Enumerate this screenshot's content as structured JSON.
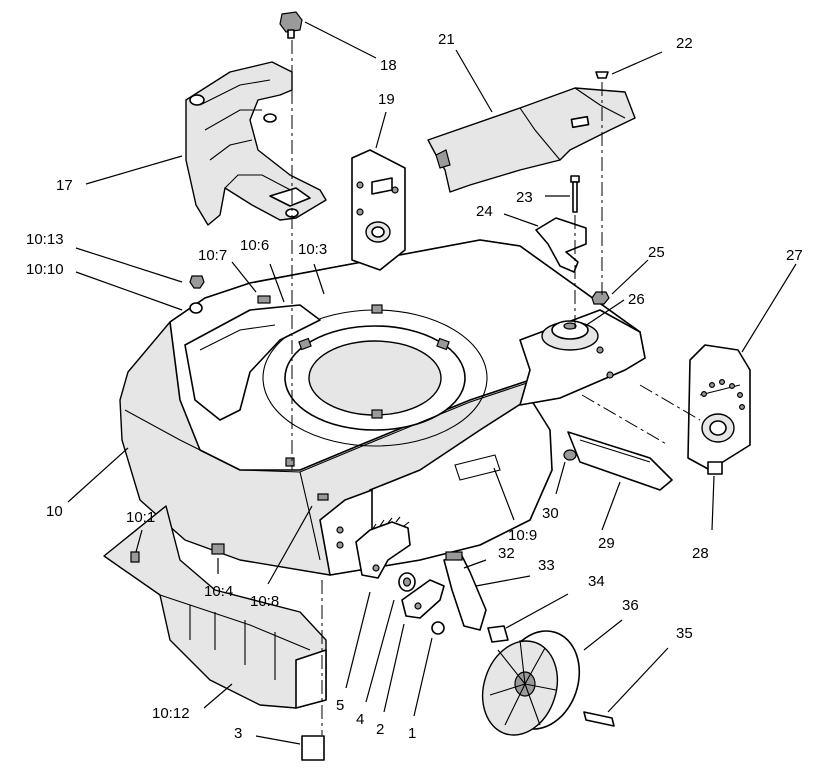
{
  "labels": {
    "p1": "1",
    "p2": "2",
    "p3": "3",
    "p4": "4",
    "p5": "5",
    "p10": "10",
    "p10_1": "10:1",
    "p10_3": "10:3",
    "p10_4": "10:4",
    "p10_6": "10:6",
    "p10_7": "10:7",
    "p10_8": "10:8",
    "p10_9": "10:9",
    "p10_10": "10:10",
    "p10_12": "10:12",
    "p10_13": "10:13",
    "p17": "17",
    "p18": "18",
    "p19": "19",
    "p21": "21",
    "p22": "22",
    "p23": "23",
    "p24": "24",
    "p25": "25",
    "p26": "26",
    "p27": "27",
    "p28": "28",
    "p29": "29",
    "p30": "30",
    "p32": "32",
    "p33": "33",
    "p34": "34",
    "p35": "35",
    "p36": "36"
  }
}
